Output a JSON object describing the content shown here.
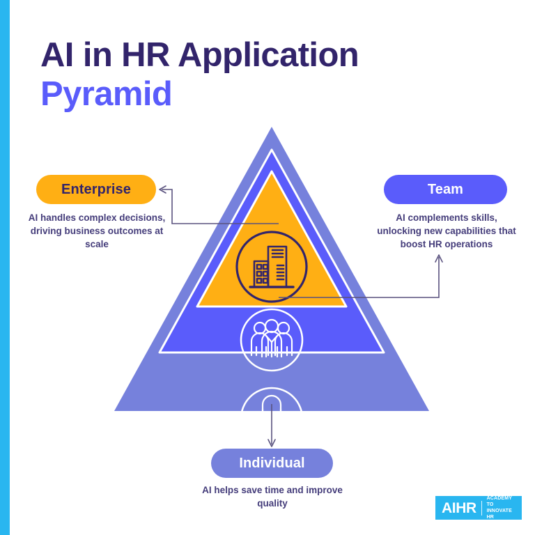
{
  "theme": {
    "accent_cyan": "#29B6F0",
    "title_dark": "#32246B",
    "title_accent": "#5A5CFB",
    "tier_base": "#7681DC",
    "tier_middle": "#5A5CFB",
    "tier_top": "#FFAF14",
    "body_text": "#443C7A",
    "connector": "#5A527F"
  },
  "title": {
    "line1": "AI in HR Application",
    "line2": "Pyramid"
  },
  "pyramid": {
    "tiers": [
      {
        "id": "enterprise",
        "label": "Enterprise",
        "description": "AI handles complex decisions, driving business outcomes at scale",
        "icon": "office-building-icon",
        "fill": "#FFAF14",
        "label_bg": "#FFAF14",
        "label_color": "#32246B",
        "level": 3,
        "side": "left"
      },
      {
        "id": "team",
        "label": "Team",
        "description": "AI complements skills, unlocking new capabilities that boost HR operations",
        "icon": "group-of-people-icon",
        "fill": "#5A5CFB",
        "label_bg": "#5A5CFB",
        "label_color": "#FFFFFF",
        "level": 2,
        "side": "right"
      },
      {
        "id": "individual",
        "label": "Individual",
        "description": "AI helps save time and improve quality",
        "icon": "single-person-icon",
        "fill": "#7681DC",
        "label_bg": "#7681DC",
        "label_color": "#FFFFFF",
        "level": 1,
        "side": "bottom"
      }
    ]
  },
  "logo": {
    "mark": "AIHR",
    "tagline_line1": "ACADEMY TO",
    "tagline_line2": "INNOVATE HR"
  }
}
